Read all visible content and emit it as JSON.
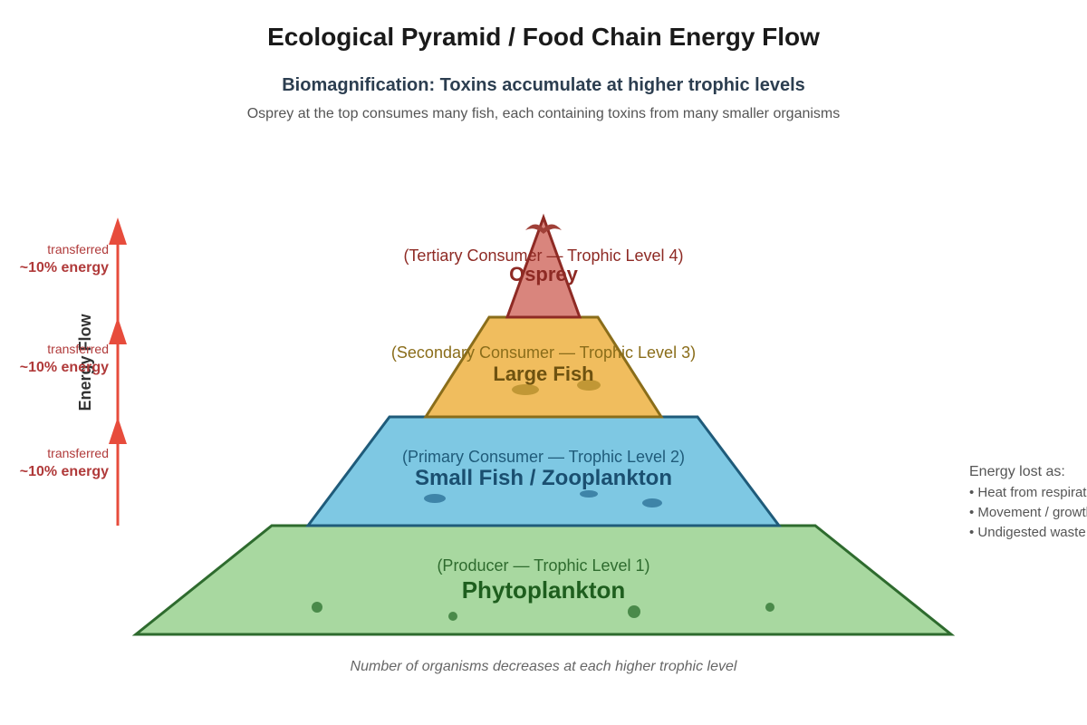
{
  "header": {
    "title": "Ecological Pyramid / Food Chain Energy Flow",
    "subtitle": "Biomagnification: Toxins accumulate at higher trophic levels",
    "description": "Osprey at the top consumes many fish, each containing toxins from many smaller organisms"
  },
  "pyramid": {
    "levels": [
      {
        "role": "(Producer — Trophic Level 1)",
        "name": "Phytoplankton",
        "fill": "#a8d8a0",
        "stroke": "#2e6b2e",
        "text_color": "#1e5e1e",
        "role_color": "#2e6b2e"
      },
      {
        "role": "(Primary Consumer — Trophic Level 2)",
        "name": "Small Fish / Zooplankton",
        "fill": "#7ec8e3",
        "stroke": "#1f5b7a",
        "text_color": "#1a4f70",
        "role_color": "#1f5b7a"
      },
      {
        "role": "(Secondary Consumer — Trophic Level 3)",
        "name": "Large Fish",
        "fill": "#f0bd5e",
        "stroke": "#8a6d1a",
        "text_color": "#6e5210",
        "role_color": "#8a6d1a"
      },
      {
        "role": "(Tertiary Consumer — Trophic Level 4)",
        "name": "Osprey",
        "fill": "#d9857d",
        "stroke": "#8e2a24",
        "text_color": "#8e2a24",
        "role_color": "#8e2a24"
      }
    ]
  },
  "energy_flow": {
    "label": "Energy Flow",
    "color": "#e74c3c",
    "transfers": [
      {
        "line1": "transferred",
        "line2": "~10% energy"
      },
      {
        "line1": "transferred",
        "line2": "~10% energy"
      },
      {
        "line1": "transferred",
        "line2": "~10% energy"
      }
    ]
  },
  "energy_loss": {
    "heading": "Energy lost as:",
    "items": [
      "• Heat from respiration",
      "• Movement / growth",
      "• Undigested waste"
    ]
  },
  "caption": "Number of organisms decreases at each higher trophic level"
}
